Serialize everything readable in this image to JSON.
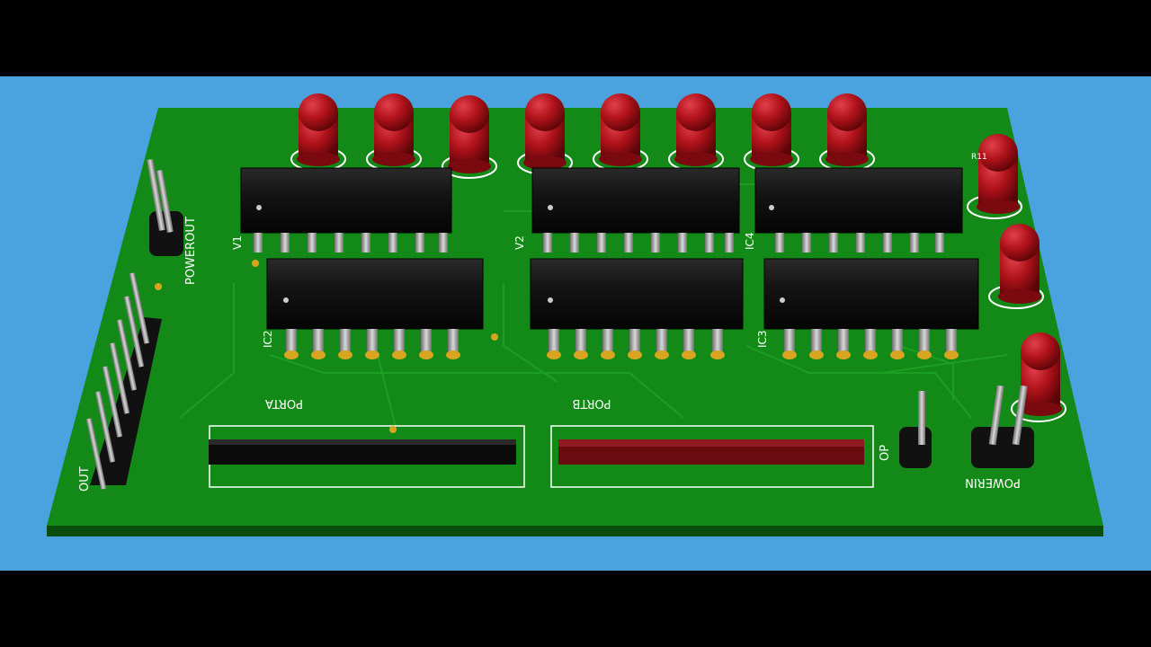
{
  "board": {
    "colors": {
      "background": "#4aa3df",
      "pcb": "#138a17",
      "pcb_edge": "#0b4d0e",
      "silkscreen": "#ffffff",
      "led": "#b0121a",
      "ic_body": "#111111",
      "pin": "#9a9a9a",
      "pad": "#d8a520"
    },
    "labels": {
      "v1": "V1",
      "v2": "V2",
      "ic4": "IC4",
      "ic2": "IC2",
      "ic3": "IC3",
      "poweroutlabel": "POWEROUT",
      "out": "OUT",
      "porta": "PORTA",
      "portb": "PORTB",
      "op": "OP",
      "powerin": "POWERIN",
      "r11": "R11"
    }
  }
}
